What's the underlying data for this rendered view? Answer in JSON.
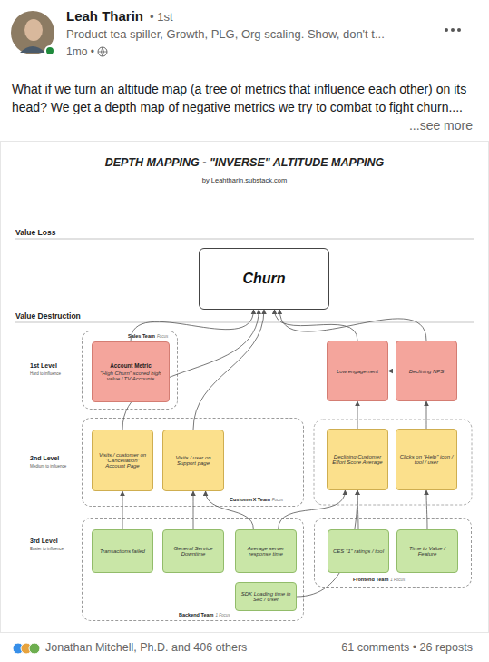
{
  "diagram": {
    "title": "DEPTH MAPPING - \"INVERSE\" ALTITUDE MAPPING",
    "nodes": [
      {
        "text": [
          "Churn"
        ]
      },
      {
        "text": [
          "Sales Team",
          "Focus"
        ]
      },
      {
        "text": [
          "Account Metric",
          "\"High Churn\" scored high value LTV Accounts"
        ],
        "in": 1
      },
      {
        "text": [
          "Low engagement"
        ]
      },
      {
        "text": [
          "Declining NPS"
        ]
      },
      {
        "text": [
          "CustomerX Team",
          "Focus"
        ]
      },
      {
        "text": [
          "Visits / customer on \"Cancellation\" Account Page"
        ],
        "in": 5
      },
      {
        "text": [
          "Visits / user on Support page"
        ],
        "in": 5
      },
      {
        "text": [
          "Declining Customer Effort Score Average"
        ]
      },
      {
        "text": [
          "Clicks on \"Help\" icon / tool / user"
        ]
      },
      {
        "text": [
          "Backend Team",
          "1 Focus"
        ]
      },
      {
        "text": [
          "Transactions failed"
        ],
        "in": 10
      },
      {
        "text": [
          "General Service Downtime"
        ],
        "in": 10
      },
      {
        "text": [
          "Average server response time"
        ],
        "in": 10
      },
      {
        "text": [
          "SDK Loading time in Sec / User"
        ],
        "in": 10
      },
      {
        "text": [
          "Frontend Team",
          "1 Focus"
        ]
      },
      {
        "text": [
          "CES \"1\" ratings / tool"
        ],
        "in": 15
      },
      {
        "text": [
          "Time to Value / Feature"
        ],
        "in": 15
      }
    ],
    "edges": [
      {
        "from": 2,
        "to": 0,
        "arrow": "to"
      },
      {
        "from": 3,
        "to": 0,
        "arrow": "to"
      },
      {
        "from": 4,
        "to": 0,
        "arrow": "to"
      },
      {
        "from": 4,
        "to": 3,
        "arrow": "to"
      },
      {
        "from": 6,
        "to": 0,
        "arrow": "to"
      },
      {
        "from": 7,
        "to": 0,
        "arrow": "to"
      },
      {
        "from": 8,
        "to": 3,
        "arrow": "to"
      },
      {
        "from": 9,
        "to": 4,
        "arrow": "to"
      },
      {
        "from": 11,
        "to": 6,
        "arrow": "to"
      },
      {
        "from": 12,
        "to": 7,
        "arrow": "to"
      },
      {
        "from": 13,
        "to": 7,
        "arrow": "to"
      },
      {
        "from": 13,
        "to": 8,
        "arrow": "to"
      },
      {
        "from": 14,
        "to": 8,
        "arrow": "to"
      },
      {
        "from": 16,
        "to": 8,
        "arrow": "to"
      },
      {
        "from": 17,
        "to": 9,
        "arrow": "to"
      }
    ],
    "labels": [
      "Leah Tharin",
      "• 1st",
      "Product tea spiller, Growth, PLG, Org scaling. Show, don't t...",
      "1mo •",
      "What if we turn an altitude map (a tree of metrics that influence each other) on its head? We get a depth map of negative metrics we try to combat to fight churn....",
      "...see more",
      "by Leahtharin.substack.com",
      "Value Loss",
      "Value Destruction",
      "1st Level",
      "Hard to influence",
      "2nd Level",
      "Medium to influence",
      "3rd Level",
      "Easier to influence",
      "Jonathan Mitchell, Ph.D. and 406 others",
      "61 comments • 26 reposts"
    ]
  }
}
